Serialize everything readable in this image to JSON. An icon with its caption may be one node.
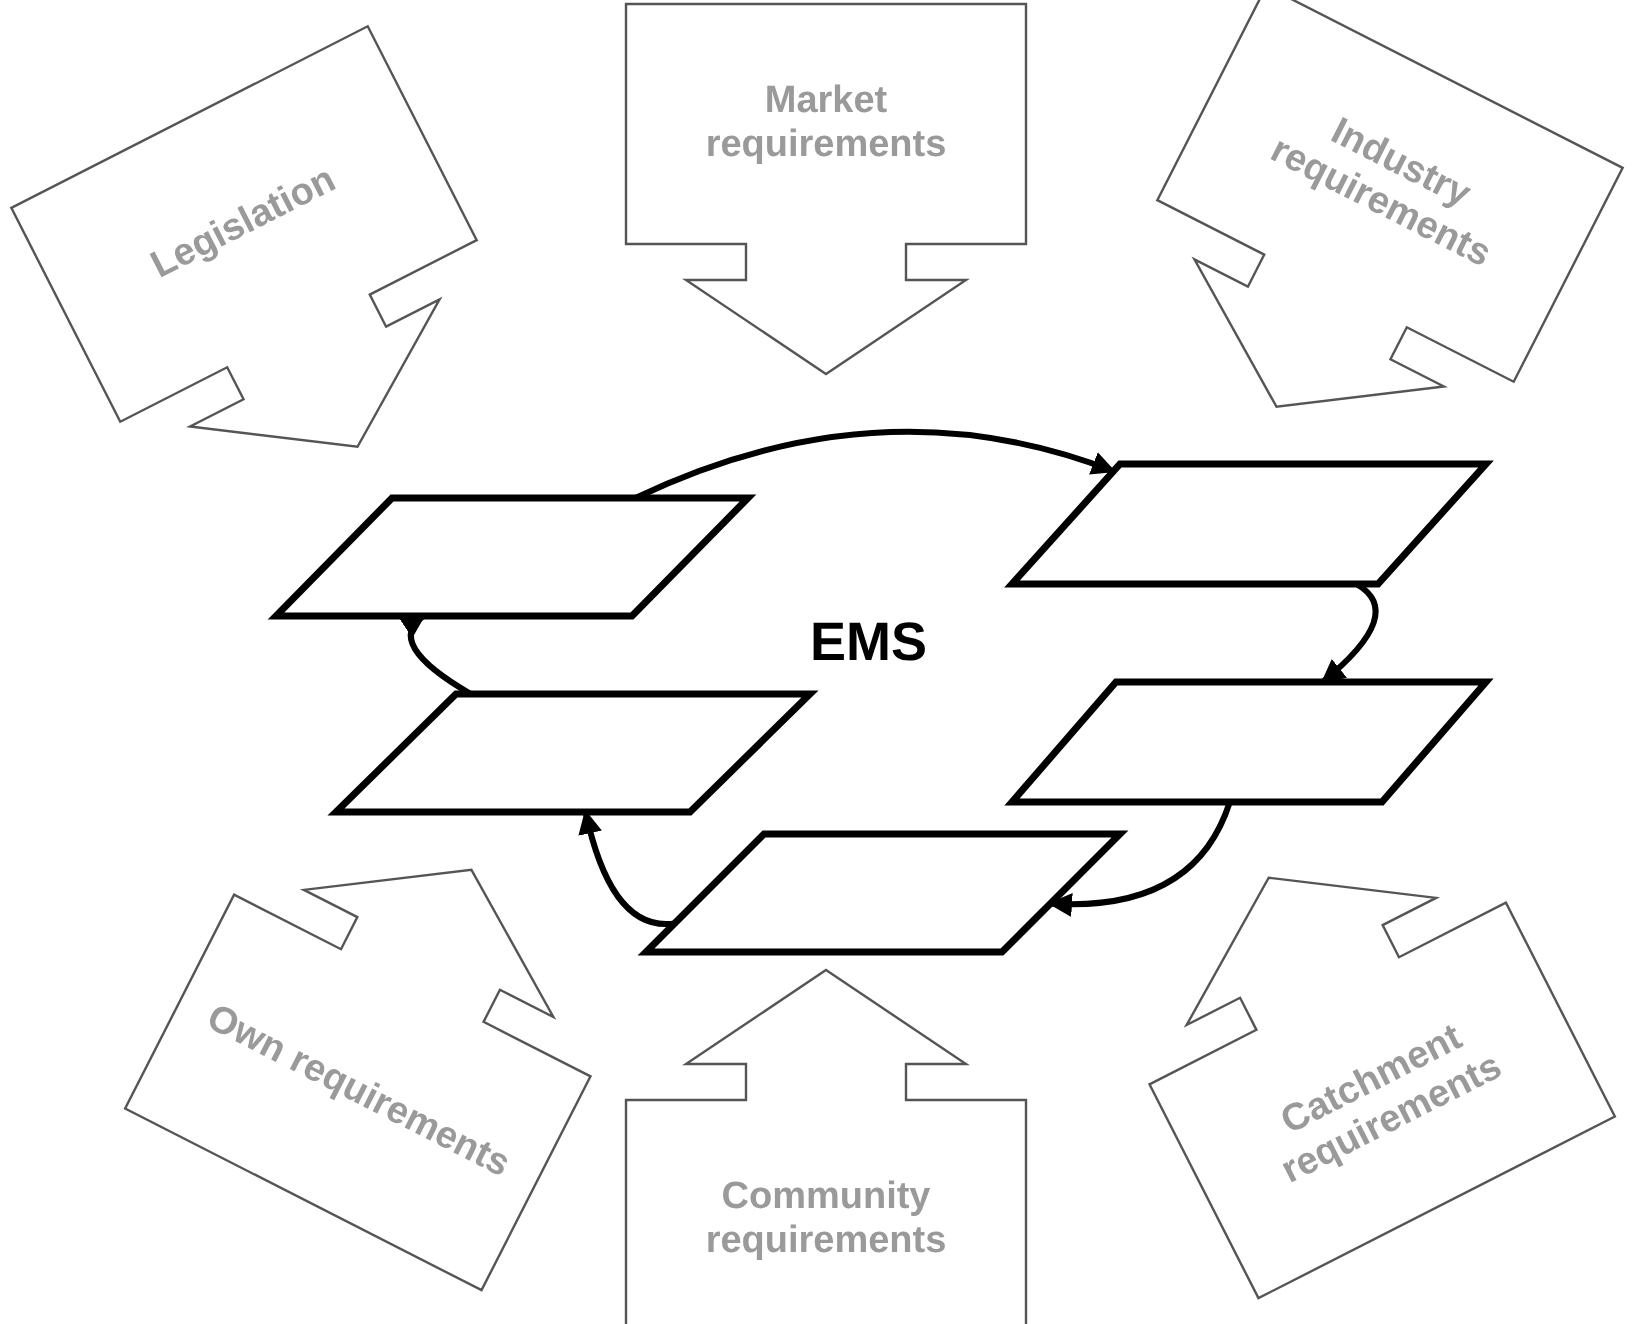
{
  "diagram": {
    "nodes": [
      {
        "text": [
          "Legislation"
        ]
      },
      {
        "text": [
          "Market requirements"
        ]
      },
      {
        "text": [
          "Industry requirements"
        ]
      },
      {
        "text": [
          "Own requirements"
        ]
      },
      {
        "text": [
          "Community requirements"
        ]
      },
      {
        "text": [
          "Catchment requirements"
        ]
      },
      {
        "text": [],
        "shape": "parallelogram"
      },
      {
        "text": [],
        "shape": "parallelogram"
      },
      {
        "text": [],
        "shape": "parallelogram"
      },
      {
        "text": [],
        "shape": "parallelogram"
      },
      {
        "text": [],
        "shape": "parallelogram"
      }
    ],
    "edges": [
      {
        "from": 6,
        "to": 7,
        "arrow": "to"
      },
      {
        "from": 7,
        "to": 9,
        "arrow": "to"
      },
      {
        "from": 9,
        "to": 10,
        "arrow": "to"
      },
      {
        "from": 10,
        "to": 8,
        "arrow": "to"
      },
      {
        "from": 8,
        "to": 6,
        "arrow": "to"
      }
    ],
    "labels": [
      "EMS"
    ]
  }
}
